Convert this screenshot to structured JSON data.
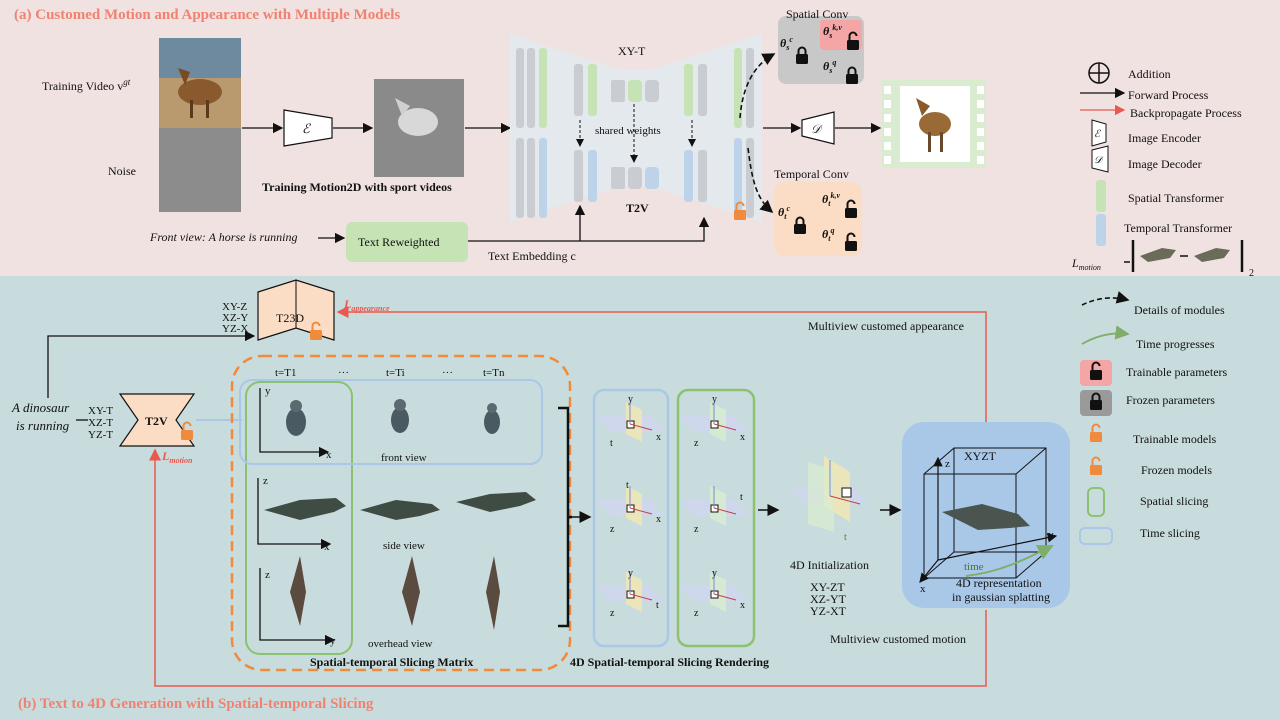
{
  "panel_a": {
    "title": "(a) Customed Motion and Appearance with Multiple Models",
    "training_video": "Training Video v",
    "training_video_sup": "gt",
    "noise": "Noise",
    "encoder_symbol": "ℰ",
    "decoder_symbol": "𝒟",
    "training_caption": "Training Motion2D with sport videos",
    "xyt": "XY-T",
    "shared_weights": "shared weights",
    "t2v": "T2V",
    "prompt": "Front view: A horse is running",
    "text_reweighted": "Text Reweighted",
    "text_embedding": "Text Embedding c",
    "spatial_conv": "Spatial Conv",
    "temporal_conv": "Temporal Conv",
    "theta_s_c": "θ",
    "theta_s_c_sub": "s",
    "theta_s_c_sup": "c",
    "theta_s_kv_sup": "k,v",
    "theta_s_q_sup": "q",
    "theta_t_sub": "t",
    "legend": {
      "addition": "Addition",
      "forward": "Forward Process",
      "backprop": "Backpropagate Process",
      "image_encoder": "Image Encoder",
      "image_decoder": "Image Decoder",
      "spatial_transformer": "Spatial Transformer",
      "temporal_transformer": "Temporal Transformer",
      "l_motion": "L",
      "l_motion_sub": "motion",
      "norm_sub": "2"
    }
  },
  "panel_b": {
    "title": "(b) Text to 4D Generation with Spatial-temporal Slicing",
    "t23d": "T23D",
    "xyz_labels": [
      "XY-Z",
      "XZ-Y",
      "YZ-X"
    ],
    "xyt_labels": [
      "XY-T",
      "XZ-T",
      "YZ-T"
    ],
    "l_appearance": "L",
    "l_appearance_sub": "appearance",
    "l_motion": "L",
    "l_motion_sub": "motion",
    "multiview_appearance": "Multiview customed appearance",
    "multiview_motion": "Multiview customed motion",
    "prompt_line1": "A dinosaur",
    "prompt_line2": "is running",
    "t2v": "T2V",
    "time_labels": [
      "t=T1",
      "···",
      "t=Ti",
      "···",
      "t=Tn"
    ],
    "front_view": "front view",
    "side_view": "side view",
    "overhead_view": "overhead view",
    "matrix_caption": "Spatial-temporal Slicing Matrix",
    "rendering_caption": "4D Spatial-temporal Slicing Rendering",
    "init_caption": "4D Initialization",
    "init_labels": [
      "XY-ZT",
      "XZ-YT",
      "YZ-XT"
    ],
    "xyzt": "XYZT",
    "time": "time",
    "rep_line1": "4D representation",
    "rep_line2": "in gaussian splatting",
    "axis_x": "x",
    "axis_y": "y",
    "axis_z": "z",
    "axis_t": "t",
    "legend": {
      "details": "Details of modules",
      "time_progresses": "Time progresses",
      "trainable_params": "Trainable parameters",
      "frozen_params": "Frozen parameters",
      "trainable_models": "Trainable models",
      "frozen_models": "Frozen models",
      "spatial_slicing": "Spatial slicing",
      "time_slicing": "Time slicing"
    }
  },
  "colors": {
    "panel_a_bg": "#f0e2e0",
    "panel_b_bg": "#c9dcdd",
    "title": "#f08272",
    "spatial": "#c6e3b5",
    "temporal": "#bcd3ea",
    "orange": "#f08a3c",
    "red": "#e85a4f",
    "blue_box": "#a9c8e8",
    "green_box": "#8bc272"
  }
}
